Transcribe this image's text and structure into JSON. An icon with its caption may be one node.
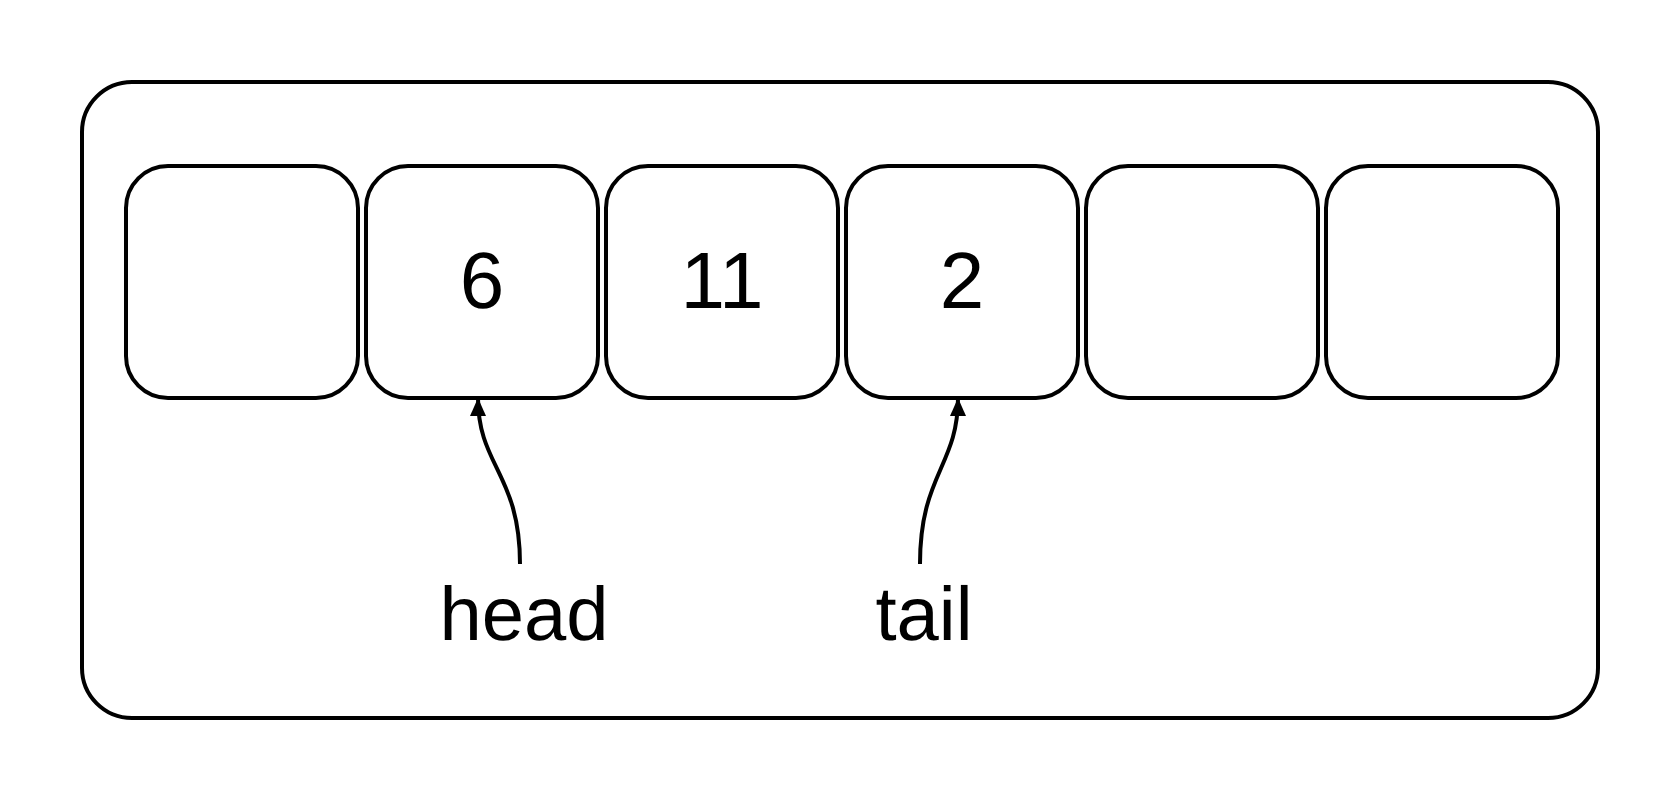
{
  "diagram": {
    "nodes": [
      {
        "text": [],
        "shape": "box"
      },
      {
        "text": [],
        "shape": "box",
        "in": 0
      },
      {
        "text": [
          "6"
        ],
        "in": 0
      },
      {
        "text": [
          "11"
        ],
        "in": 0
      },
      {
        "text": [
          "2"
        ],
        "in": 0
      },
      {
        "text": [],
        "shape": "box",
        "in": 0
      },
      {
        "text": [],
        "shape": "box",
        "in": 0
      },
      {
        "text": [
          "head"
        ],
        "in": 0
      },
      {
        "text": [
          "tail"
        ],
        "in": 0
      }
    ],
    "edges": [
      {
        "from": 7,
        "to": 2,
        "arrow": "to"
      },
      {
        "from": 8,
        "to": 4,
        "arrow": "to"
      }
    ]
  }
}
